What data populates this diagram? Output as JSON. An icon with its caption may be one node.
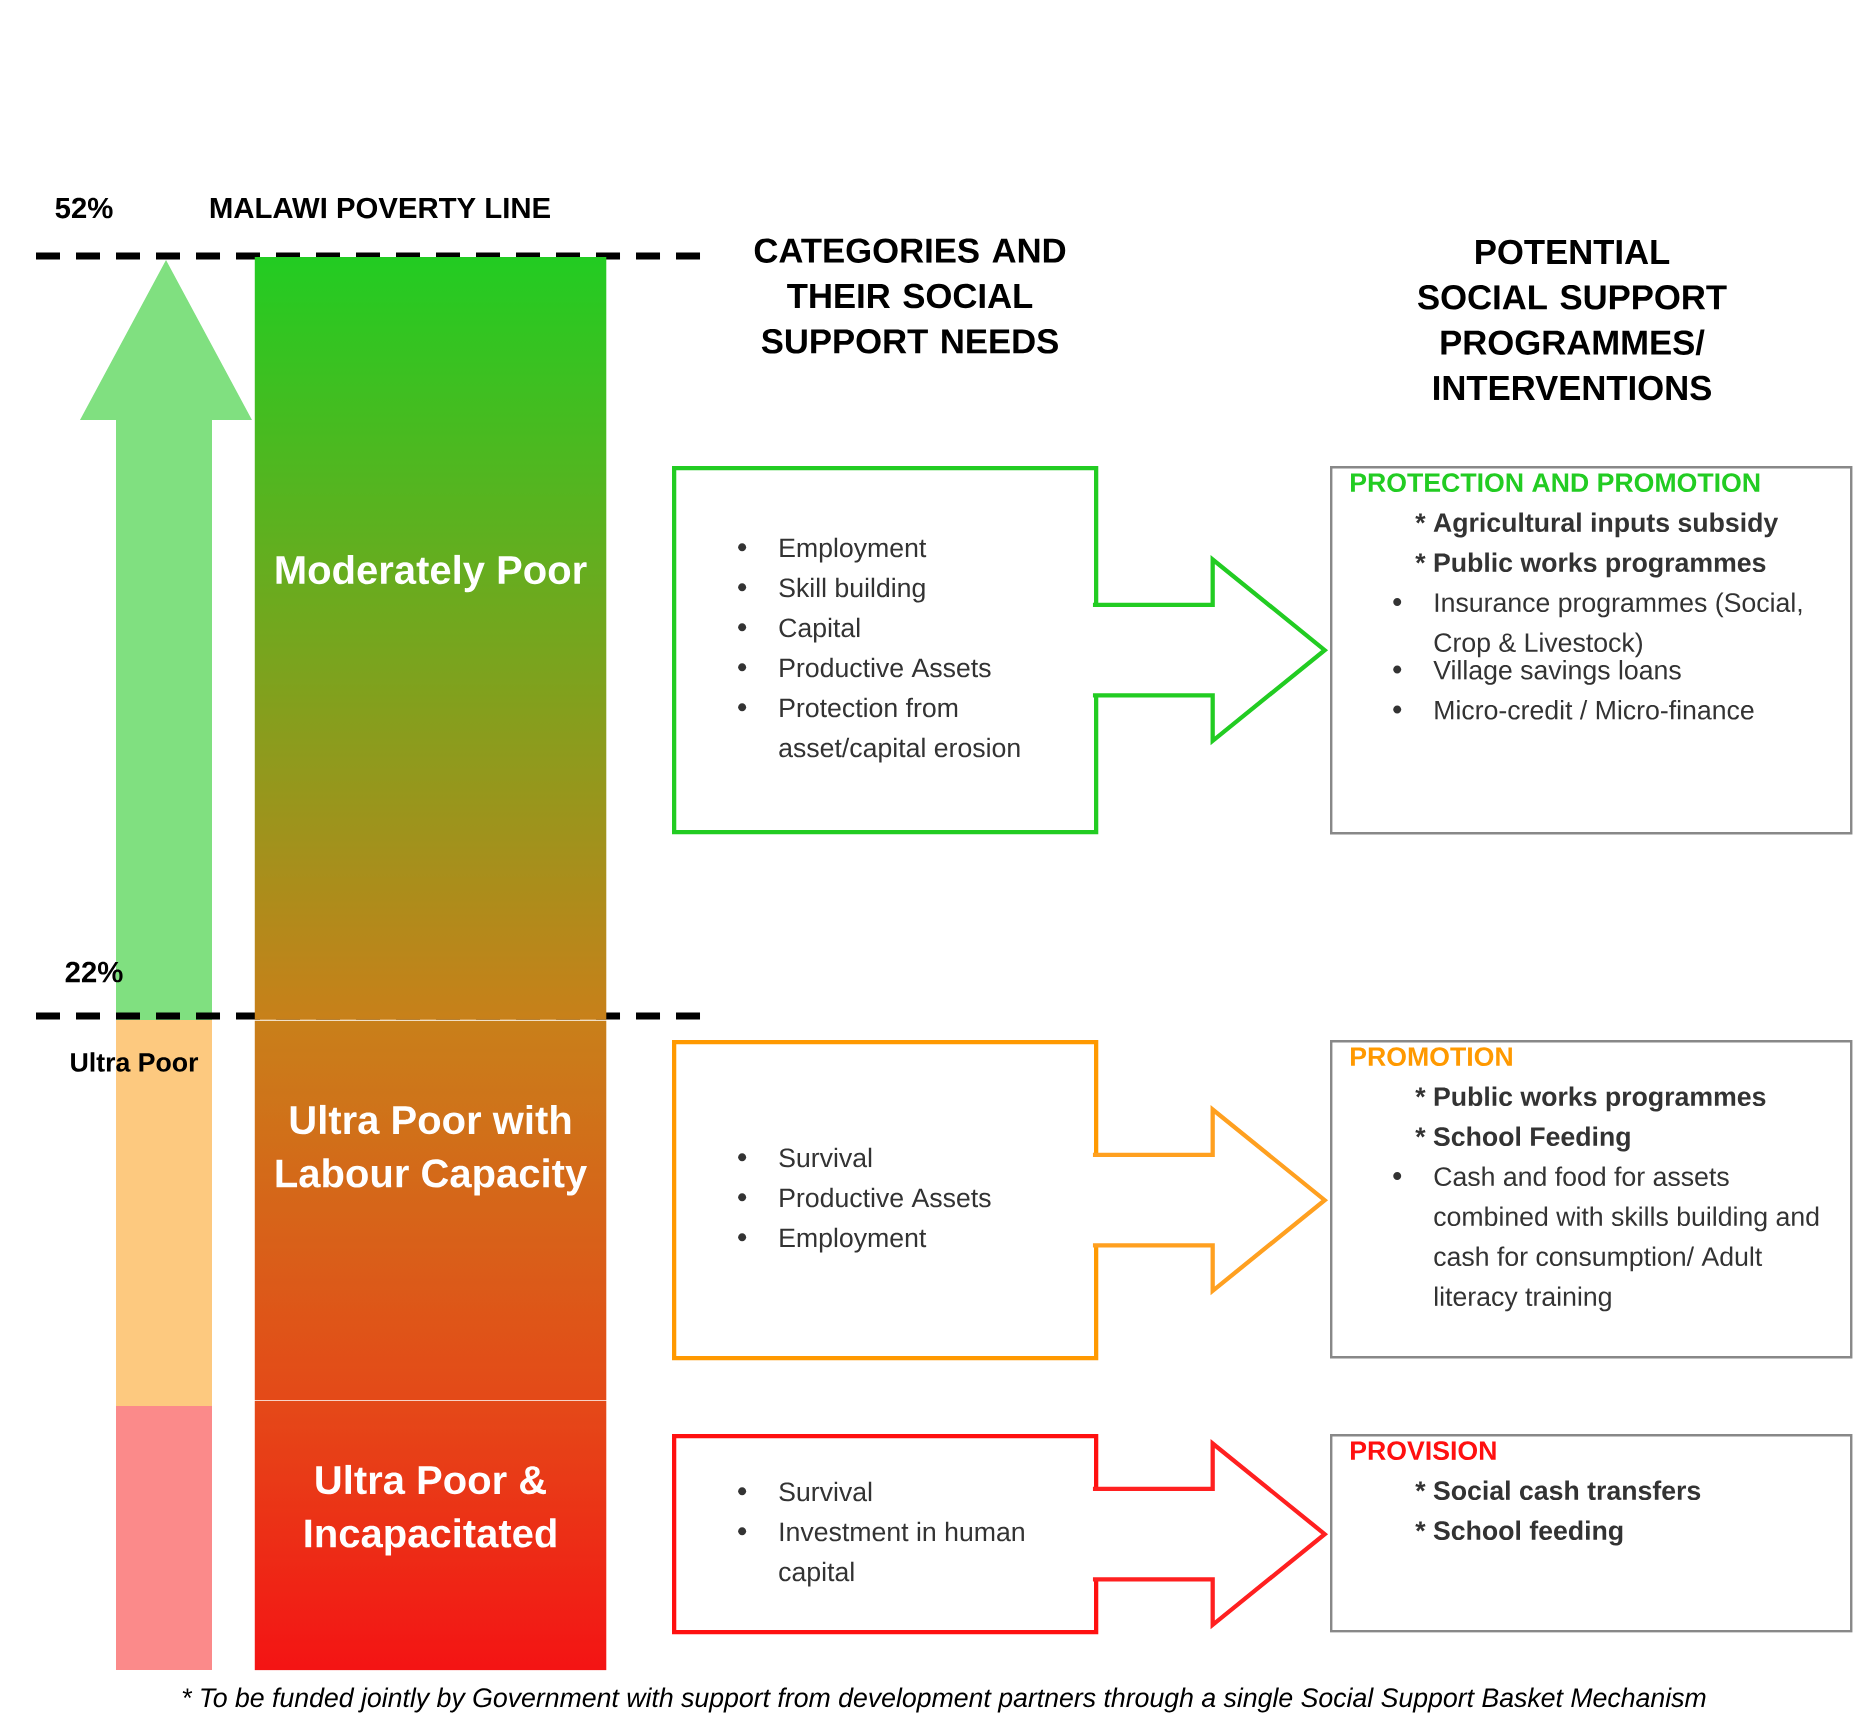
{
  "diagram": {
    "caption": "* To be funded jointly by Government with support from development partners through a single Social Support Basket Mechanism",
    "nodes": [
      {
        "text": [
          "Moderately Poor"
        ]
      },
      {
        "text": [
          "Employment",
          "Skill building",
          "Capital",
          "Productive Assets",
          "Protection from asset/capital erosion"
        ]
      },
      {
        "text": [
          "PROTECTION AND PROMOTION",
          "* Agricultural inputs subsidy",
          "* Public works programmes",
          "Insurance programmes (Social, Crop & Livestock)",
          "Village savings loans",
          "Micro-credit / Micro-finance"
        ]
      },
      {
        "text": [
          "Ultra Poor with Labour Capacity"
        ]
      },
      {
        "text": [
          "Survival",
          "Productive Assets",
          "Employment"
        ]
      },
      {
        "text": [
          "PROMOTION",
          "* Public works programmes",
          "* School Feeding",
          "Cash and food for assets combined with skills building and cash for consumption/ Adult literacy training"
        ]
      },
      {
        "text": [
          "Ultra Poor & Incapacitated"
        ]
      },
      {
        "text": [
          "Survival",
          "Investment in human capital"
        ]
      },
      {
        "text": [
          "PROVISION",
          "* Social cash transfers",
          "* School feeding"
        ]
      }
    ],
    "edges": [
      {
        "from": 1,
        "to": 2,
        "arrow": "to",
        "color": "#22cc22"
      },
      {
        "from": 4,
        "to": 5,
        "arrow": "to",
        "color": "#ffa020"
      },
      {
        "from": 7,
        "to": 8,
        "arrow": "to",
        "color": "#ff2020"
      }
    ],
    "labels": [
      "52%",
      "MALAWI POVERTY LINE",
      "CATEGORIES AND THEIR SOCIAL SUPPORT NEEDS",
      "POTENTIAL SOCIAL SUPPORT PROGRAMMES/ INTERVENTIONS",
      "22%",
      "Ultra Poor"
    ]
  }
}
